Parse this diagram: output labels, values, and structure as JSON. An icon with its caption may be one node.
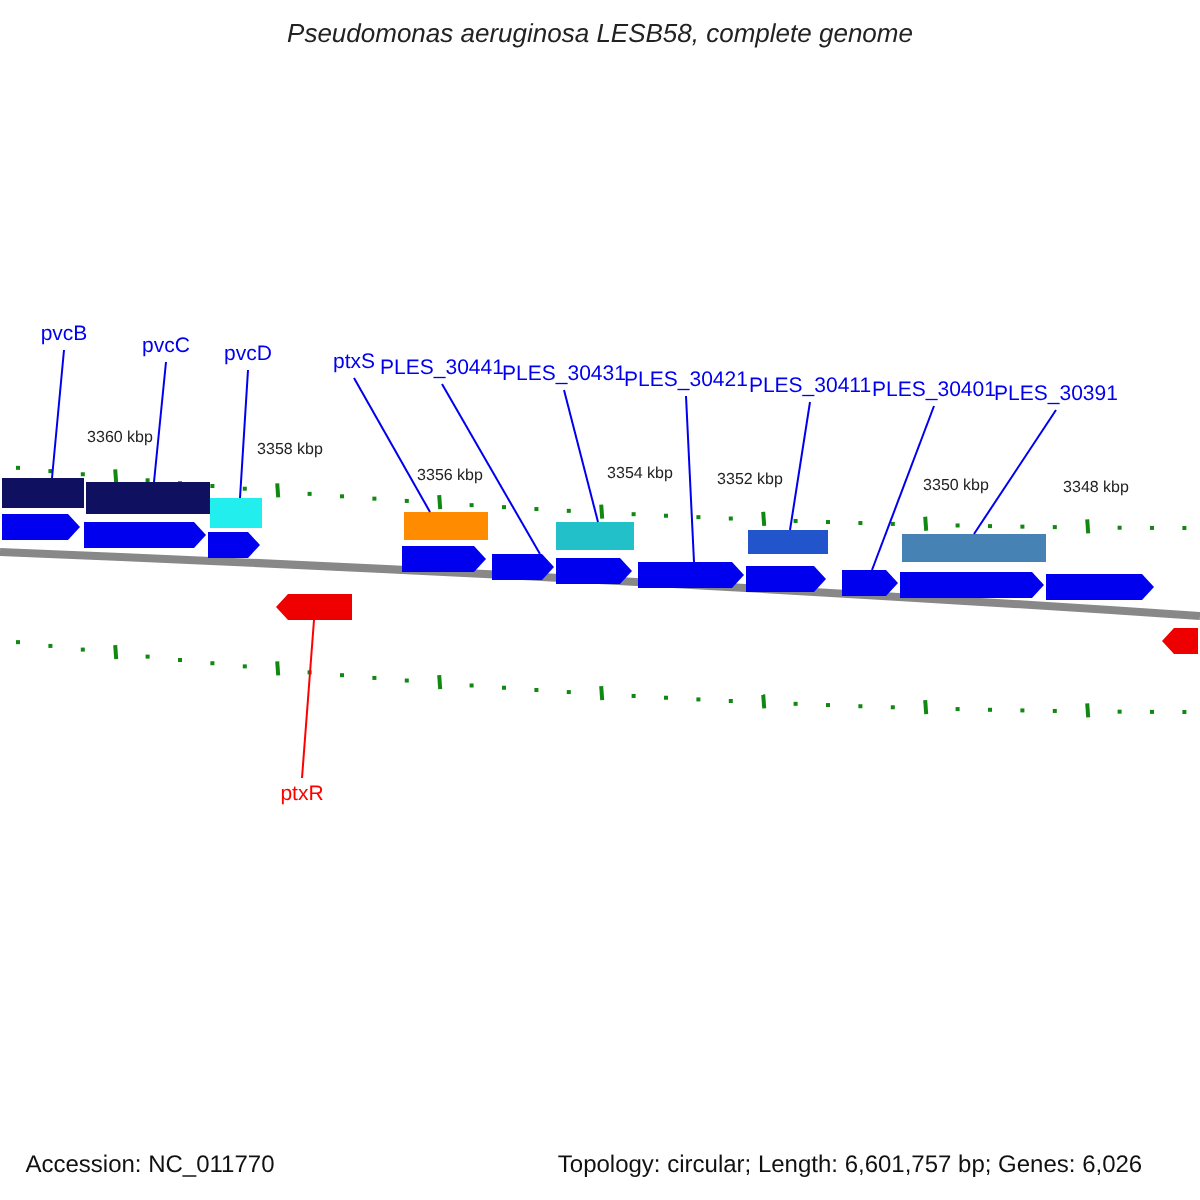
{
  "diagram": {
    "title": "Pseudomonas aeruginosa LESB58, complete genome",
    "nodes": [
      {
        "text": [
          "pvcB"
        ]
      },
      {
        "text": [
          "pvcC"
        ]
      },
      {
        "text": [
          "pvcD"
        ]
      },
      {
        "text": [
          "ptxS"
        ]
      },
      {
        "text": [
          "PLES_30441"
        ]
      },
      {
        "text": [
          "PLES_30431"
        ]
      },
      {
        "text": [
          "PLES_30421"
        ]
      },
      {
        "text": [
          "PLES_30411"
        ]
      },
      {
        "text": [
          "PLES_30401"
        ]
      },
      {
        "text": [
          "PLES_30391"
        ]
      },
      {
        "text": [
          "ptxR"
        ]
      },
      {
        "text": [],
        "shape": "bar"
      },
      {
        "text": [],
        "shape": "arrow"
      },
      {
        "text": [],
        "shape": "bar"
      },
      {
        "text": [],
        "shape": "arrow"
      },
      {
        "text": [],
        "shape": "bar"
      },
      {
        "text": [],
        "shape": "arrow"
      },
      {
        "text": [],
        "shape": "arrow"
      },
      {
        "text": [],
        "shape": "bar"
      },
      {
        "text": [],
        "shape": "arrow"
      },
      {
        "text": [],
        "shape": "arrow"
      },
      {
        "text": [],
        "shape": "bar"
      },
      {
        "text": [],
        "shape": "arrow"
      },
      {
        "text": [],
        "shape": "arrow"
      },
      {
        "text": [],
        "shape": "bar"
      },
      {
        "text": [],
        "shape": "arrow"
      },
      {
        "text": [],
        "shape": "arrow"
      },
      {
        "text": [],
        "shape": "bar"
      },
      {
        "text": [],
        "shape": "arrow"
      },
      {
        "text": [],
        "shape": "arrow"
      },
      {
        "text": [],
        "shape": "arrow"
      }
    ],
    "edges": [
      {
        "from": 0,
        "to": 11,
        "arrow": "none"
      },
      {
        "from": 1,
        "to": 13,
        "arrow": "none"
      },
      {
        "from": 2,
        "to": 15,
        "arrow": "none"
      },
      {
        "from": 3,
        "to": 18,
        "arrow": "none"
      },
      {
        "from": 4,
        "to": 20,
        "arrow": "none"
      },
      {
        "from": 5,
        "to": 21,
        "arrow": "none"
      },
      {
        "from": 6,
        "to": 23,
        "arrow": "none"
      },
      {
        "from": 7,
        "to": 24,
        "arrow": "none"
      },
      {
        "from": 8,
        "to": 26,
        "arrow": "none"
      },
      {
        "from": 9,
        "to": 27,
        "arrow": "none"
      },
      {
        "from": 10,
        "to": 17,
        "arrow": "none",
        "color": "#ff0000"
      }
    ],
    "labels": [
      "3360 kbp",
      "3358 kbp",
      "3356 kbp",
      "3354 kbp",
      "3352 kbp",
      "3350 kbp",
      "3348 kbp",
      "Accession: NC_011770",
      "Topology: circular; Length: 6,601,757 bp; Genes: 6,026"
    ]
  }
}
